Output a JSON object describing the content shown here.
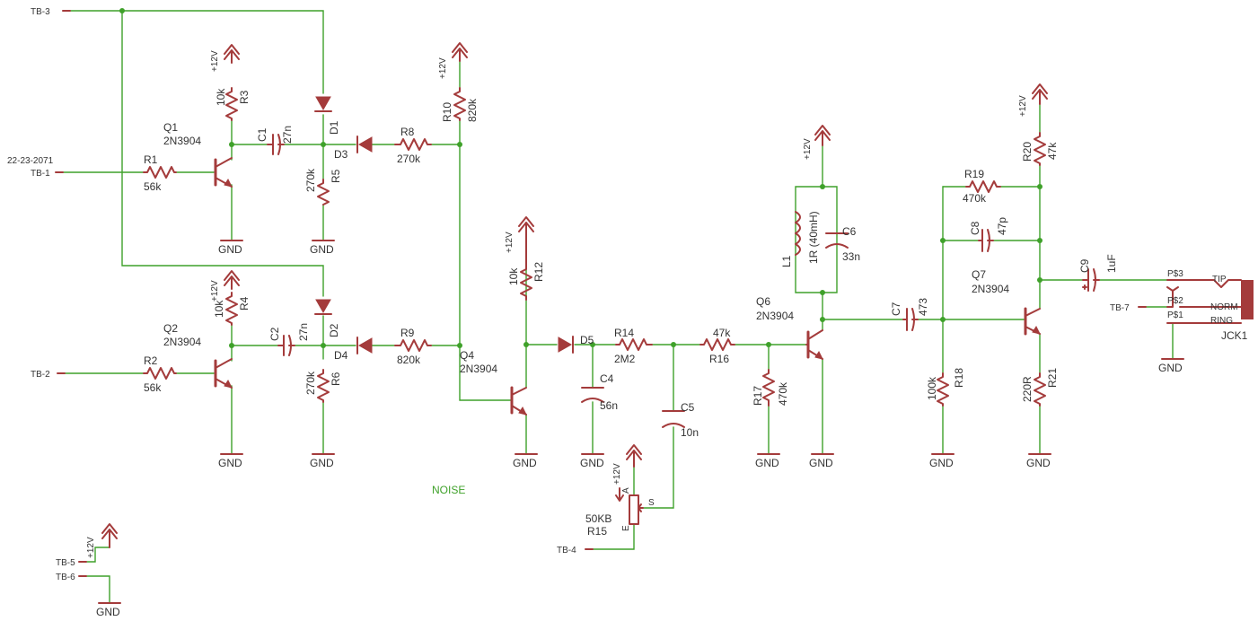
{
  "diagram": {
    "colors": {
      "wire": "#3fa12a",
      "part": "#a43b3b",
      "text": "#333333"
    },
    "terminals": {
      "tb1": "TB-1",
      "tb1_note": "22-23-2071",
      "tb2": "TB-2",
      "tb3": "TB-3",
      "tb4": "TB-4",
      "tb5": "TB-5",
      "tb6": "TB-6",
      "tb7": "TB-7"
    },
    "supply": "+12V",
    "ground": "GND",
    "net_label": "NOISE",
    "parts": {
      "R1": {
        "name": "R1",
        "value": "56k"
      },
      "R2": {
        "name": "R2",
        "value": "56k"
      },
      "R3": {
        "name": "R3",
        "value": "10k"
      },
      "R4": {
        "name": "R4",
        "value": "10k"
      },
      "R5": {
        "name": "R5",
        "value": "270k"
      },
      "R6": {
        "name": "R6",
        "value": "270k"
      },
      "R8": {
        "name": "R8",
        "value": "270k"
      },
      "R9": {
        "name": "R9",
        "value": "820k"
      },
      "R10": {
        "name": "R10",
        "value": "820k"
      },
      "R12": {
        "name": "R12",
        "value": "10k"
      },
      "R14": {
        "name": "R14",
        "value": "2M2"
      },
      "R15": {
        "name": "R15",
        "value": "50KB",
        "pin_a": "A",
        "pin_e": "E",
        "pin_s": "S"
      },
      "R16": {
        "name": "R16",
        "value": "47k"
      },
      "R17": {
        "name": "R17",
        "value": "470k"
      },
      "R18": {
        "name": "R18",
        "value": "100k"
      },
      "R19": {
        "name": "R19",
        "value": "470k"
      },
      "R20": {
        "name": "R20",
        "value": "47k"
      },
      "R21": {
        "name": "R21",
        "value": "220R"
      },
      "C1": {
        "name": "C1",
        "value": "27n"
      },
      "C2": {
        "name": "C2",
        "value": "27n"
      },
      "C4": {
        "name": "C4",
        "value": "56n"
      },
      "C5": {
        "name": "C5",
        "value": "10n"
      },
      "C6": {
        "name": "C6",
        "value": "33n"
      },
      "C7": {
        "name": "C7",
        "value": "473"
      },
      "C8": {
        "name": "C8",
        "value": "47p"
      },
      "C9": {
        "name": "C9",
        "value": "1uF"
      },
      "L1": {
        "name": "L1",
        "value": "1R (40mH)"
      },
      "D1": {
        "name": "D1"
      },
      "D2": {
        "name": "D2"
      },
      "D3": {
        "name": "D3"
      },
      "D4": {
        "name": "D4"
      },
      "D5": {
        "name": "D5"
      },
      "Q1": {
        "name": "Q1",
        "value": "2N3904"
      },
      "Q2": {
        "name": "Q2",
        "value": "2N3904"
      },
      "Q4": {
        "name": "Q4",
        "value": "2N3904"
      },
      "Q6": {
        "name": "Q6",
        "value": "2N3904"
      },
      "Q7": {
        "name": "Q7",
        "value": "2N3904"
      }
    },
    "jack": {
      "name": "JCK1",
      "pin3": "P$3",
      "pin2": "P$2",
      "pin1": "P$1",
      "tip": "TIP",
      "norm": "NORM",
      "ring": "RING"
    }
  }
}
